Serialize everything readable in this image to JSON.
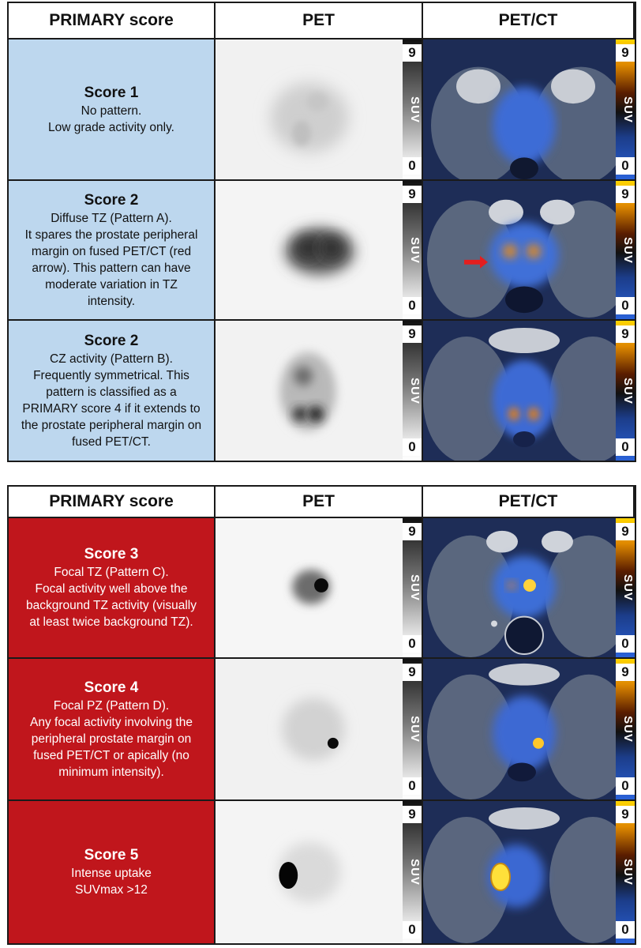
{
  "headers": {
    "score": "PRIMARY score",
    "pet": "PET",
    "petct": "PET/CT"
  },
  "scale": {
    "max": "9",
    "min": "0",
    "unit": "SUV"
  },
  "colors": {
    "benign_bg": "#bdd7ee",
    "suspicious_bg": "#c0161c"
  },
  "benign": [
    {
      "title": "Score 1",
      "lines": [
        "No pattern.",
        "Low grade activity only."
      ]
    },
    {
      "title": "Score 2",
      "lines": [
        "Diffuse TZ (Pattern A).",
        "It spares the prostate peripheral",
        "margin on fused PET/CT (red",
        "arrow). This pattern can have",
        "moderate variation in TZ",
        "intensity."
      ]
    },
    {
      "title": "Score 2",
      "lines": [
        "CZ activity (Pattern B).",
        "Frequently symmetrical. This",
        "pattern is classified as a",
        "PRIMARY score 4 if it extends to",
        "the prostate peripheral margin on",
        "fused PET/CT."
      ]
    }
  ],
  "suspicious": [
    {
      "title": "Score 3",
      "lines": [
        "Focal TZ (Pattern C).",
        "Focal activity well above the",
        "background TZ activity (visually",
        "at least twice background TZ)."
      ]
    },
    {
      "title": "Score 4",
      "lines": [
        "Focal PZ (Pattern D).",
        "Any focal activity involving the",
        "peripheral prostate margin on",
        "fused PET/CT or apically (no",
        "minimum intensity)."
      ]
    },
    {
      "title": "Score 5",
      "lines": [
        "Intense uptake",
        "SUVmax >12"
      ]
    }
  ]
}
